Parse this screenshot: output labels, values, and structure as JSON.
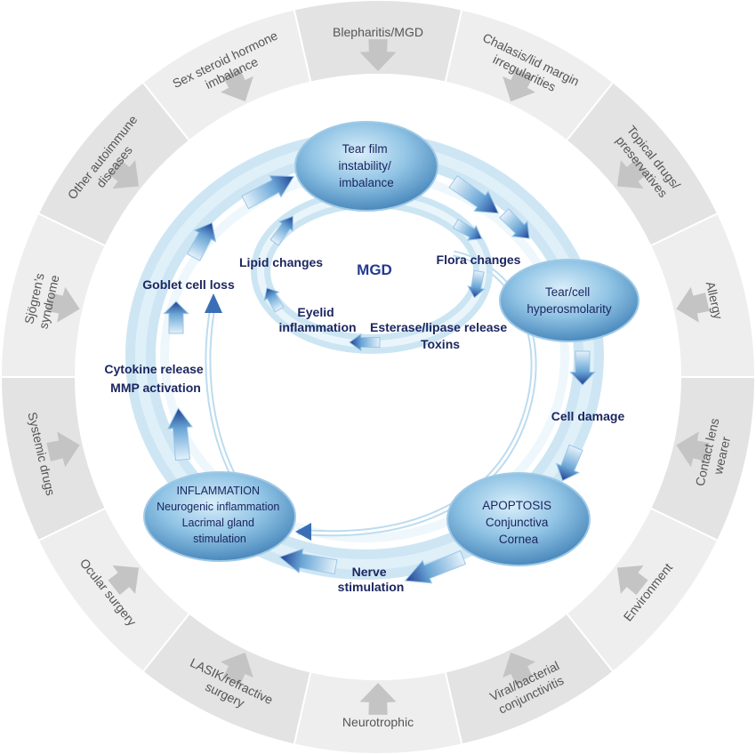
{
  "outer_factors": [
    {
      "lines": [
        "Blepharitis/MGD"
      ]
    },
    {
      "lines": [
        "Chalasis/lid margin",
        "irregularities"
      ]
    },
    {
      "lines": [
        "Topical drugs/",
        "preservatives"
      ]
    },
    {
      "lines": [
        "Allergy"
      ]
    },
    {
      "lines": [
        "Contact lens",
        "wearer"
      ]
    },
    {
      "lines": [
        "Environment"
      ]
    },
    {
      "lines": [
        "Viral/bacterial",
        "conjunctivitis"
      ]
    },
    {
      "lines": [
        "Neurotrophic"
      ]
    },
    {
      "lines": [
        "LASIK/refractive",
        "surgery"
      ]
    },
    {
      "lines": [
        "Ocular  surgery"
      ]
    },
    {
      "lines": [
        "Systemic drugs"
      ]
    },
    {
      "lines": [
        "Sjögren’s",
        "syndrome"
      ]
    },
    {
      "lines": [
        "Other autoimmune",
        "diseases"
      ]
    },
    {
      "lines": [
        "Sex steroid hormone",
        "imbalance"
      ]
    }
  ],
  "main_cycle": {
    "tear_film": {
      "lines": [
        "Tear film",
        "instability/",
        "imbalance"
      ]
    },
    "hyperosmolarity": {
      "lines": [
        "Tear/cell",
        "hyperosmolarity"
      ]
    },
    "apoptosis": {
      "lines": [
        "APOPTOSIS",
        "Conjunctiva",
        "Cornea"
      ]
    },
    "inflammation": {
      "lines": [
        "INFLAMMATION",
        "Neurogenic inflammation",
        "Lacrimal gland",
        "stimulation"
      ]
    },
    "cell_damage": {
      "lines": [
        "Cell damage"
      ]
    },
    "nerve_stimulation": {
      "lines": [
        "Nerve",
        "stimulation"
      ]
    },
    "cytokine": {
      "lines": [
        "Cytokine release",
        "MMP activation"
      ]
    },
    "goblet": {
      "lines": [
        "Goblet cell loss"
      ]
    }
  },
  "mgd_cycle": {
    "title": "MGD",
    "lipid": {
      "lines": [
        "Lipid changes"
      ]
    },
    "flora": {
      "lines": [
        "Flora changes"
      ]
    },
    "esterase": {
      "lines": [
        "Esterase/lipase release",
        "Toxins"
      ]
    },
    "eyelid": {
      "lines": [
        "Eyelid",
        "inflammation"
      ]
    }
  }
}
